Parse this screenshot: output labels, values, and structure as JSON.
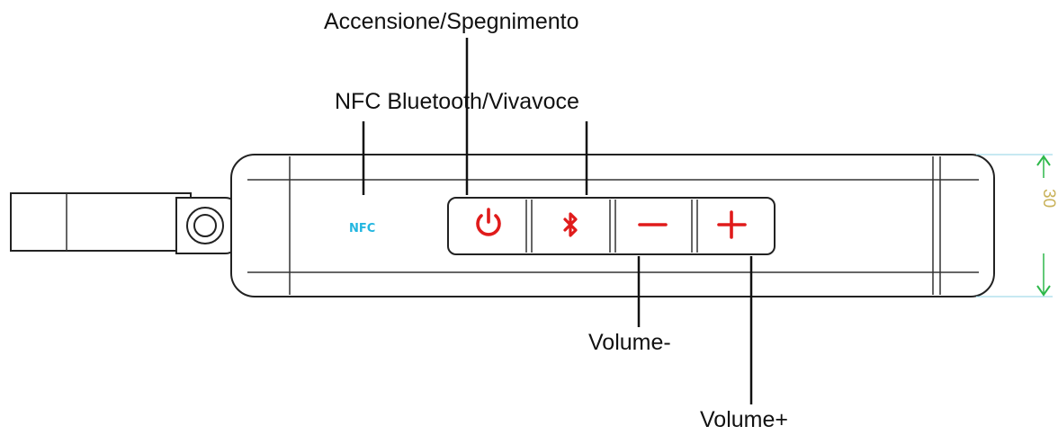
{
  "callouts": {
    "power": "Accensione/Spegnimento",
    "nfc_bluetooth": "NFC Bluetooth/Vivavoce",
    "volume_down": "Volume-",
    "volume_up": "Volume+"
  },
  "device": {
    "nfc_mark": "NFC",
    "dimension": "30"
  },
  "buttons": [
    {
      "icon": "power-icon"
    },
    {
      "icon": "bluetooth-icon"
    },
    {
      "icon": "minus-icon"
    },
    {
      "icon": "plus-icon"
    }
  ],
  "colors": {
    "button_icons": "#e01b1b",
    "nfc_mark": "#22b6e0",
    "dimension_arrows": "#2db84a",
    "dimension_label": "#c9b25a"
  }
}
